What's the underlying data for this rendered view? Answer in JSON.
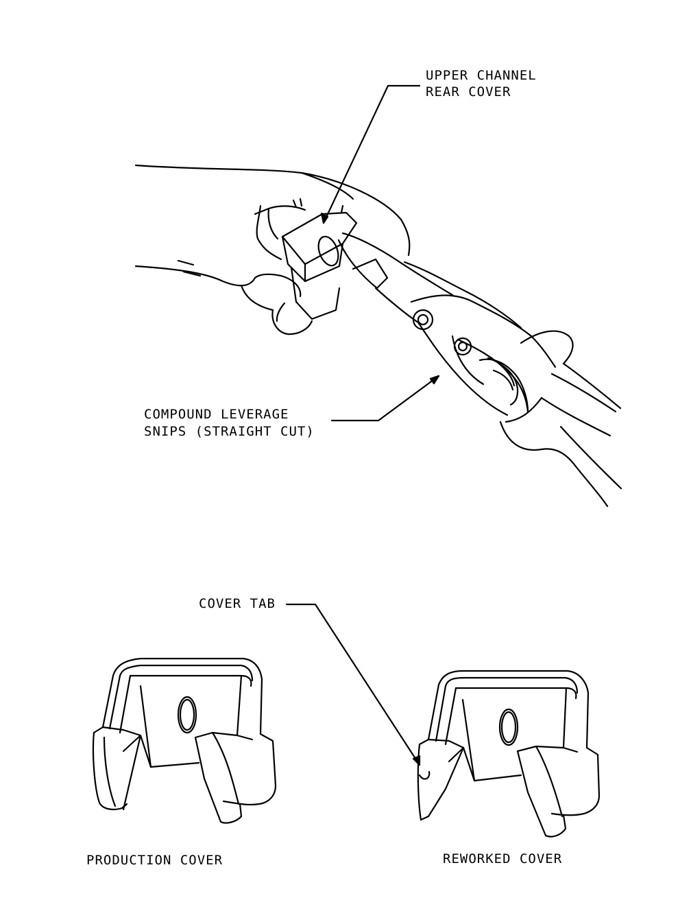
{
  "labels": {
    "upper_channel_line1": "UPPER CHANNEL",
    "upper_channel_line2": "REAR COVER",
    "snips_line1": "COMPOUND LEVERAGE",
    "snips_line2": "SNIPS (STRAIGHT CUT)",
    "cover_tab": "COVER TAB",
    "production_cover": "PRODUCTION COVER",
    "reworked_cover": "REWORKED COVER"
  },
  "icons": {
    "hand_snips": "hand-holding-snips-illustration",
    "production": "production-cover-illustration",
    "reworked": "reworked-cover-illustration"
  }
}
